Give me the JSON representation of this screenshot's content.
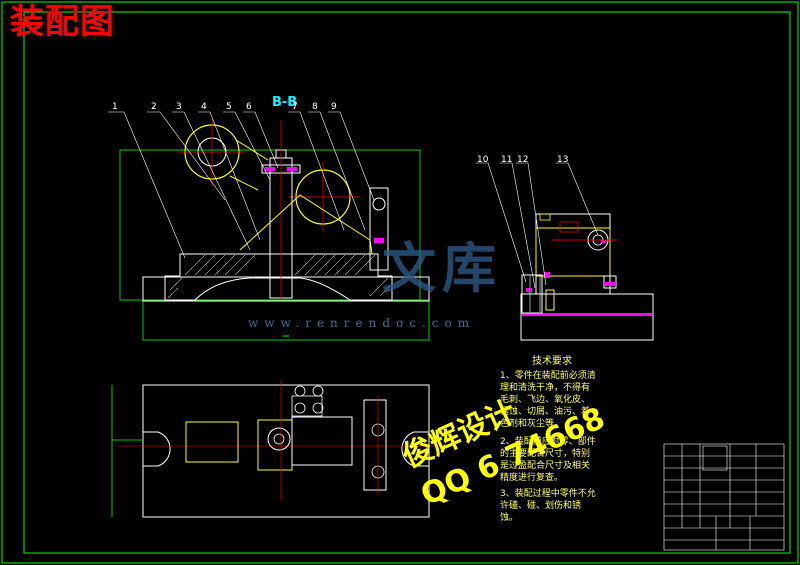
{
  "header": {
    "title": "装配图"
  },
  "section_label": "B-B",
  "part_numbers": [
    "1",
    "2",
    "3",
    "4",
    "5",
    "6",
    "7",
    "8",
    "9"
  ],
  "side_part_numbers": [
    "10",
    "11",
    "12",
    "13"
  ],
  "watermark": {
    "url": "www.renrendoc.com",
    "logo_text": "文库",
    "designer": "俊辉设计",
    "qq": "QQ 6  74668"
  },
  "tech_requirements": {
    "title": "技术要求",
    "lines": [
      "1、零件在装配前必须清",
      "理和清洗干净，不得有",
      "毛刺、飞边、氧化皮、",
      "锈蚀、切屑、油污、着",
      "色剂和灰尘等。",
      "2、装配前应对零、部件",
      "的主要配合尺寸，特别",
      "是过盈配合尺寸及相关",
      "精度进行复查。",
      "3、装配过程中零件不允",
      "许磕、碰、划伤和锈",
      "蚀。"
    ]
  },
  "colors": {
    "background": "#000000",
    "frame": "#00ff00",
    "lines_white": "#ffffff",
    "lines_yellow": "#ffff00",
    "red": "#ff0000",
    "magenta": "#ff00ff",
    "cyan_label": "#00ffff"
  }
}
